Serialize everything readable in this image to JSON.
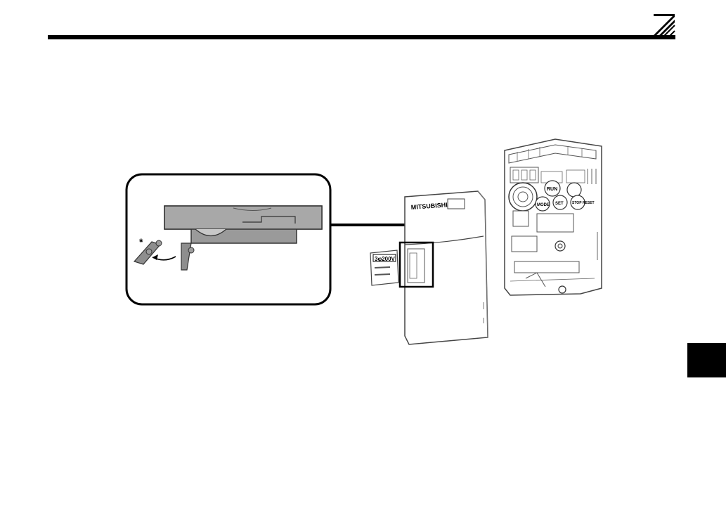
{
  "header": {
    "rule_color": "#000000",
    "logo_icon": "mitsubishi-slash-logo-icon"
  },
  "side_tab": {
    "color": "#000000"
  },
  "figure": {
    "callout": {
      "asterisk": "*"
    },
    "front_cover": {
      "brand": "MITSUBISHI"
    },
    "rating_plate": {
      "rating": "3φ200V"
    },
    "inverter": {
      "key_run": "RUN",
      "key_mode": "MODE",
      "key_set": "SET",
      "key_stop": "STOP RESET"
    }
  }
}
